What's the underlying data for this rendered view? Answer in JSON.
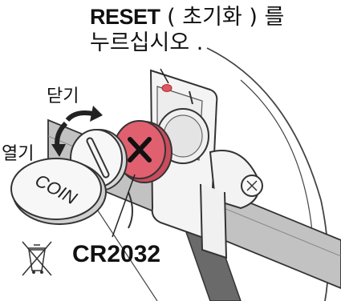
{
  "instruction": {
    "reset_word": "RESET",
    "line1_rest": "( 초기화 ) 를",
    "line2": "누르십시오 ."
  },
  "labels": {
    "close": "닫기",
    "open": "열기",
    "battery": "CR2032",
    "coin_cover": "COIN"
  },
  "colors": {
    "reset_button": "#e05560",
    "battery_red": "#e06070",
    "bar_gray": "#b8b8b8",
    "dark_gray": "#555555"
  },
  "icons": [
    "recycle-bin-crossed-icon",
    "curved-arrow-close-icon",
    "curved-arrow-open-icon",
    "x-mark-icon"
  ]
}
